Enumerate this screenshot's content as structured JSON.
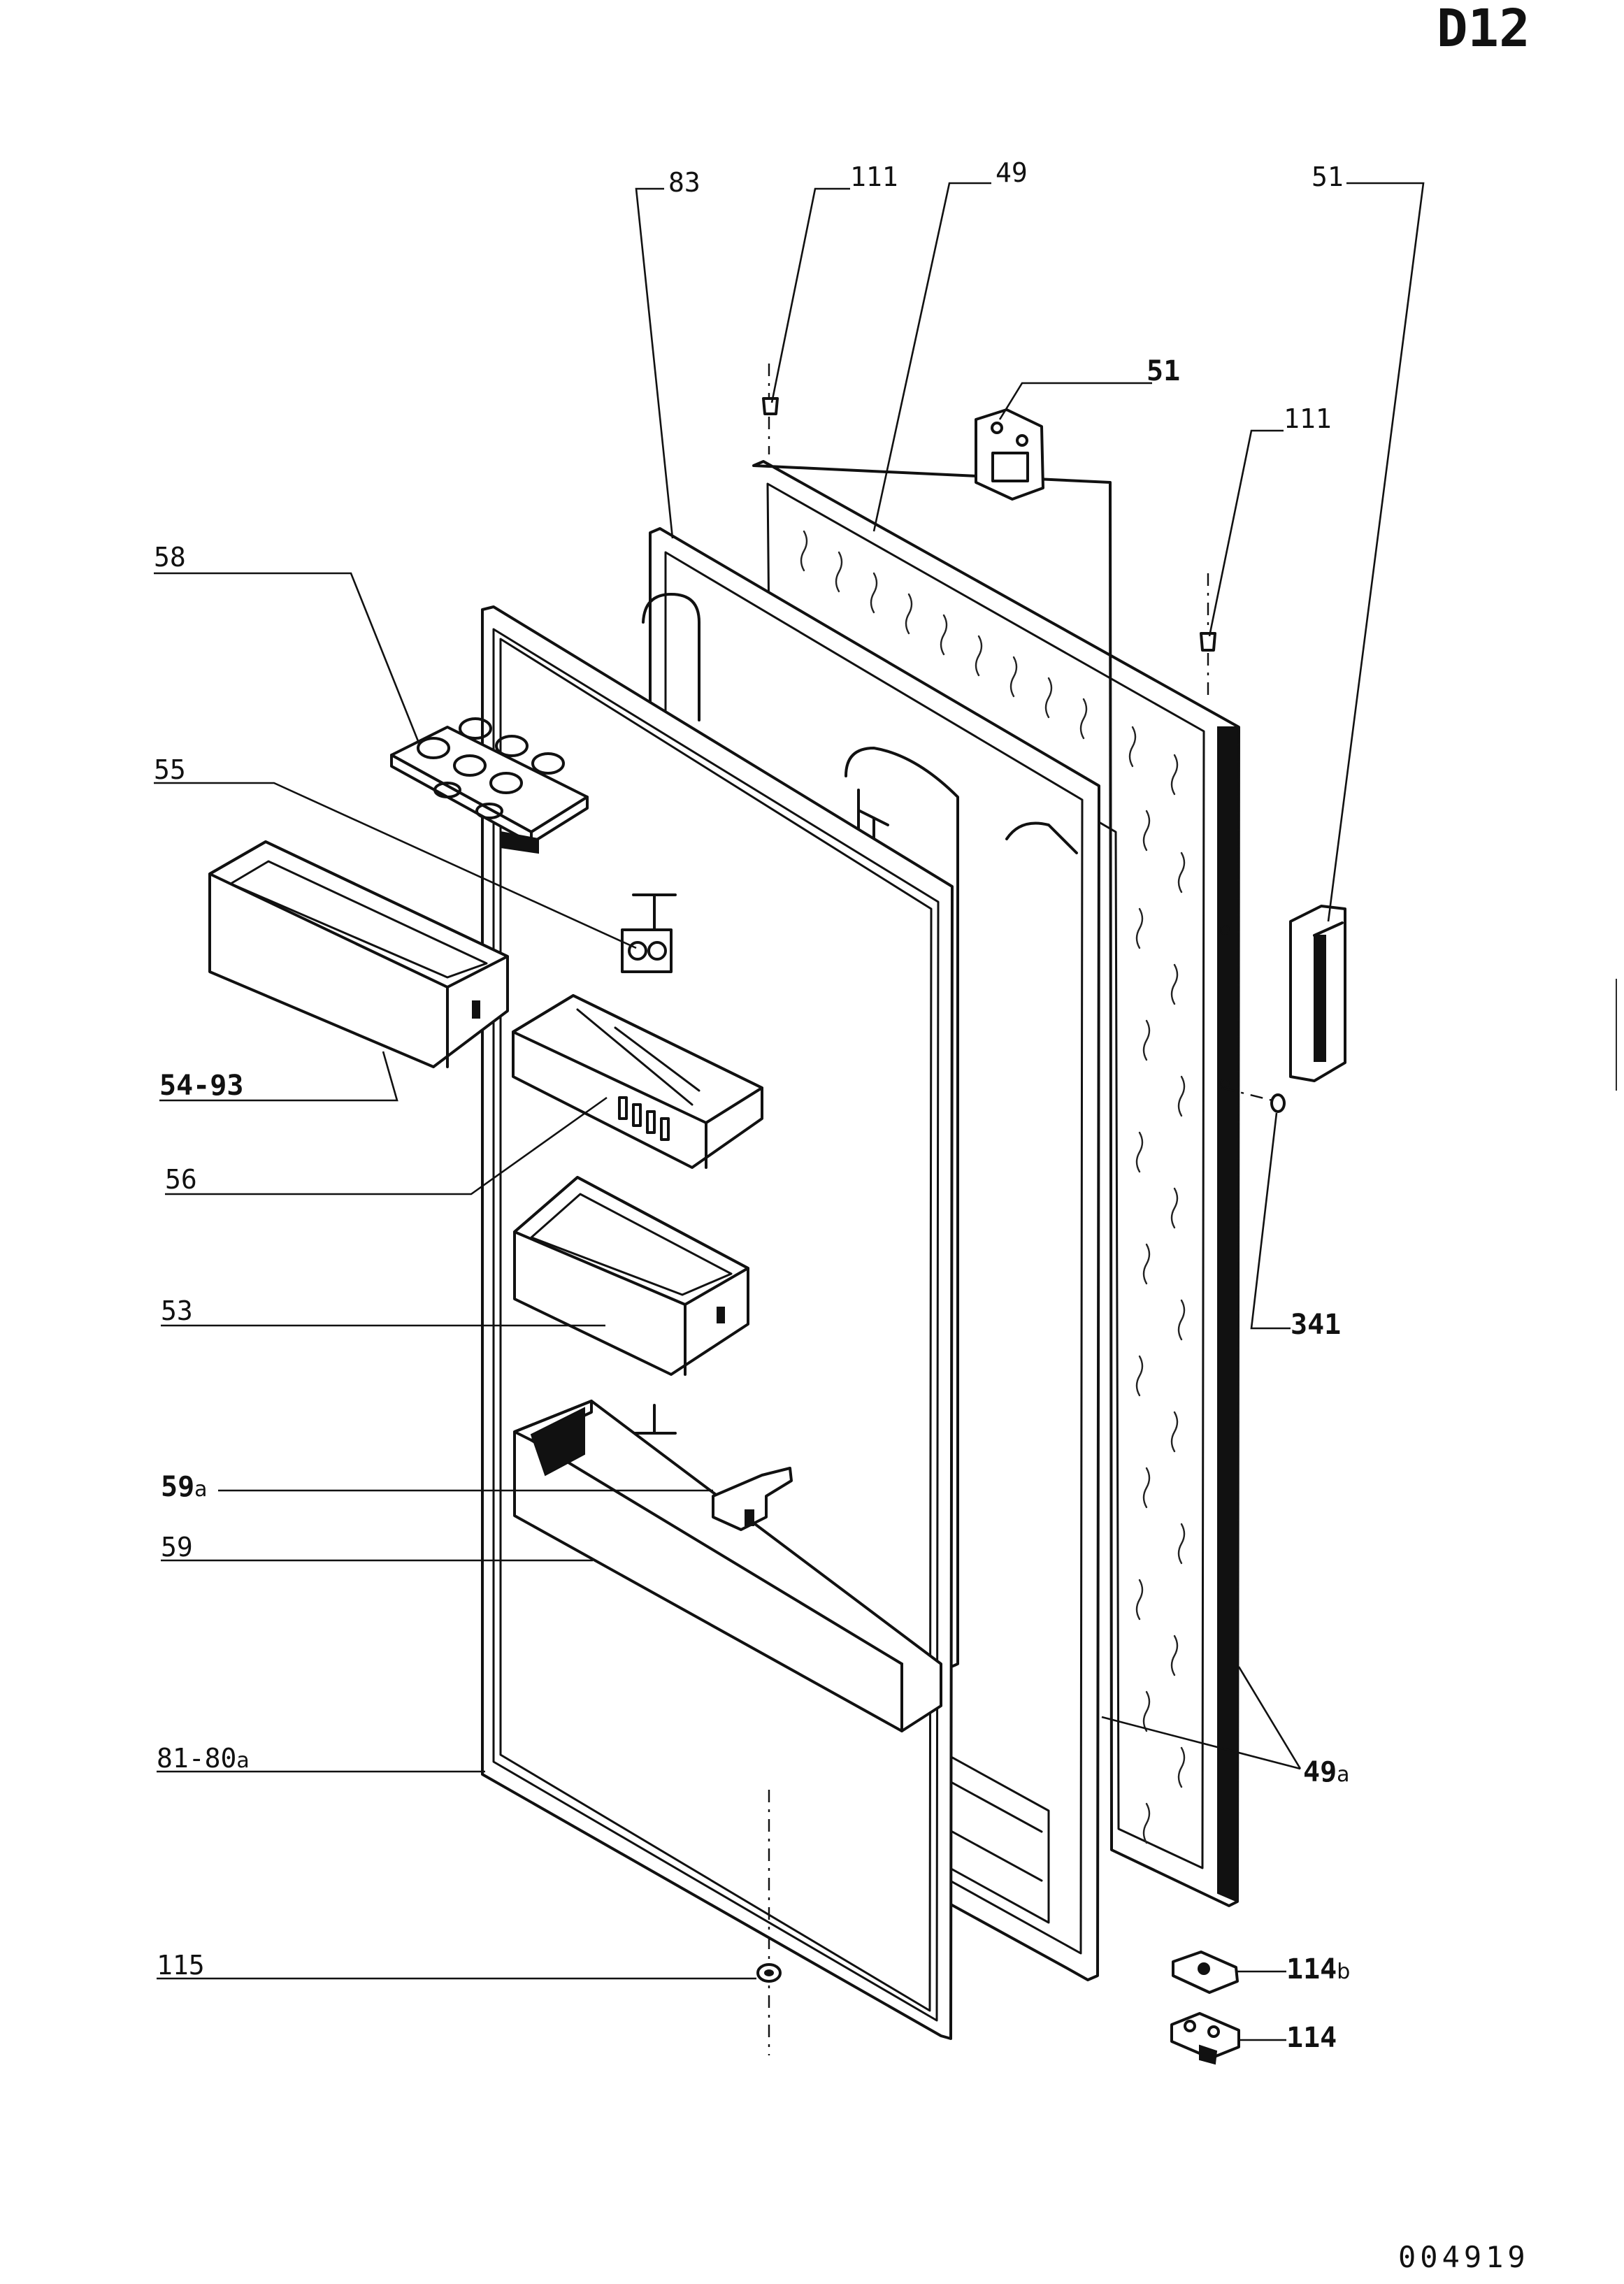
{
  "sheet_id": "D12",
  "drawing_number": "004919",
  "callouts": {
    "c83": "83",
    "c111_top": "111",
    "c49": "49",
    "c51_top": "51",
    "c51_hinge": "51",
    "c111_right": "111",
    "c58": "58",
    "c55": "55",
    "c54_93": "54-93",
    "c56": "56",
    "c53": "53",
    "c341": "341",
    "c59a": {
      "num": "59",
      "suffix": "a"
    },
    "c59": "59",
    "c81_80a": {
      "num": "81-80",
      "suffix": "a"
    },
    "c49a": {
      "num": "49",
      "suffix": "a"
    },
    "c115": "115",
    "c114b": {
      "num": "114",
      "suffix": "b"
    },
    "c114": "114"
  }
}
